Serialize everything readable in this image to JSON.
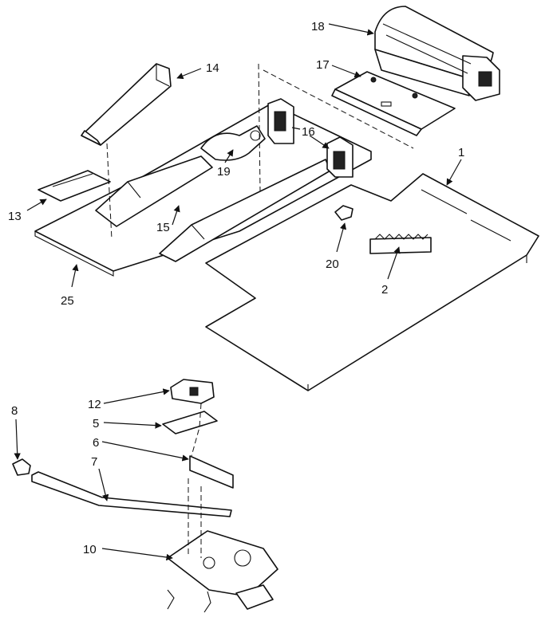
{
  "callouts": [
    "1",
    "2",
    "5",
    "6",
    "7",
    "8",
    "10",
    "12",
    "13",
    "14",
    "15",
    "16",
    "17",
    "18",
    "19",
    "20",
    "25"
  ],
  "line_color": "#111111",
  "background": "#ffffff"
}
